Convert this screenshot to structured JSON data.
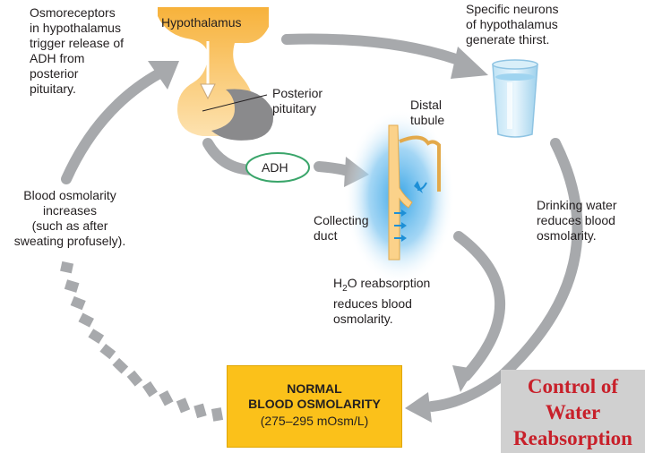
{
  "labels": {
    "hypothalamus": "Hypothalamus",
    "osmoreceptors": [
      "Osmoreceptors",
      "in hypothalamus",
      "trigger release of",
      "ADH from",
      "posterior",
      "pituitary."
    ],
    "specific_neurons": [
      "Specific neurons",
      "of hypothalamus",
      "generate thirst."
    ],
    "posterior_pituitary": [
      "Posterior",
      "pituitary"
    ],
    "distal_tubule": [
      "Distal",
      "tubule"
    ],
    "adh": "ADH",
    "collecting_duct": [
      "Collecting",
      "duct"
    ],
    "blood_osmolarity_increases": [
      "Blood osmolarity",
      "increases",
      "(such as after",
      "sweating profusely)."
    ],
    "drinking_water": [
      "Drinking water",
      "reduces blood",
      "osmolarity."
    ],
    "h2o_reabsorption": {
      "line1_prefix": "H",
      "line1_sub": "2",
      "line1_suffix": "O reabsorption",
      "line2": "reduces blood",
      "line3": "osmolarity."
    },
    "normal_box": {
      "line1": "NORMAL",
      "line2": "BLOOD OSMOLARITY",
      "line3": "(275–295 mOsm/L)"
    }
  },
  "caption": [
    "Control of",
    "Water",
    "Reabsorption"
  ],
  "colors": {
    "arrow_gray": "#a7a9ac",
    "hypothalamus_fill": "#fbd28a",
    "pituitary_dark": "#8a8a8c",
    "normal_box": "#fbc11a",
    "adh_border": "#3aa56a",
    "kidney_glow": "#4fb3ea",
    "caption_red": "#c8202a",
    "caption_bg": "#d0d0d0"
  }
}
